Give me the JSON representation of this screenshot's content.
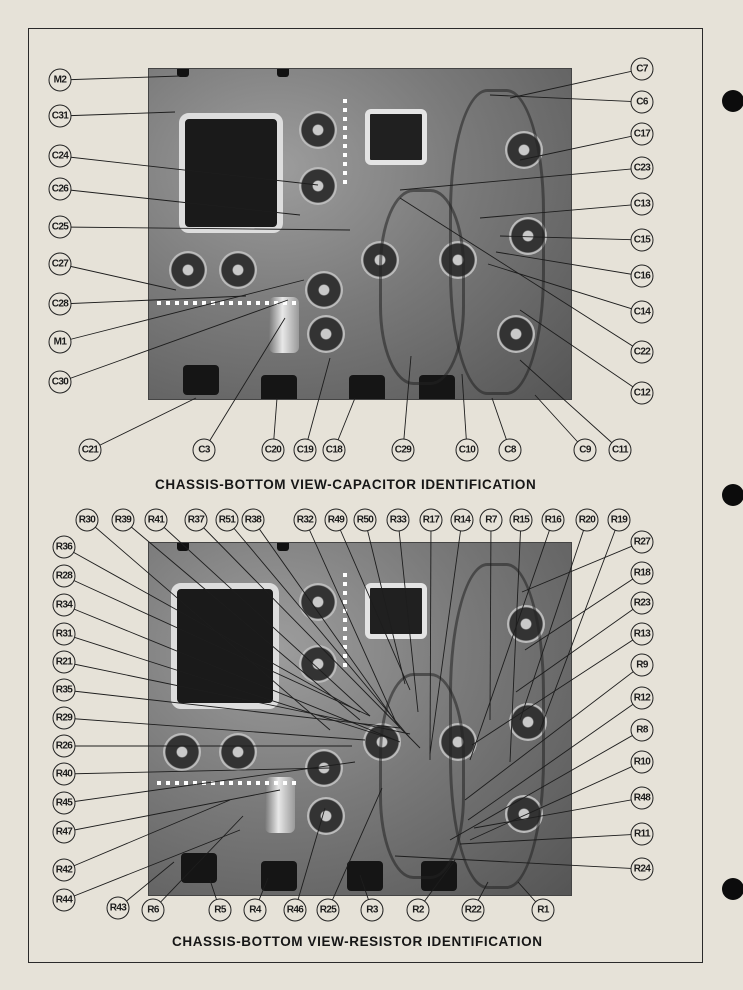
{
  "captions": {
    "capacitor": "CHASSIS-BOTTOM VIEW-CAPACITOR IDENTIFICATION",
    "resistor": "CHASSIS-BOTTOM VIEW-RESISTOR IDENTIFICATION"
  },
  "capacitor_labels": [
    "M2",
    "C31",
    "C24",
    "C26",
    "C25",
    "C27",
    "C28",
    "M1",
    "C30",
    "C21",
    "C3",
    "C20",
    "C19",
    "C18",
    "C29",
    "C10",
    "C8",
    "C9",
    "C11",
    "C7",
    "C6",
    "C17",
    "C23",
    "C13",
    "C15",
    "C16",
    "C14",
    "C22",
    "C12"
  ],
  "resistor_labels": [
    "R30",
    "R39",
    "R41",
    "R37",
    "R51",
    "R38",
    "R32",
    "R49",
    "R50",
    "R33",
    "R17",
    "R14",
    "R7",
    "R15",
    "R16",
    "R20",
    "R19",
    "R36",
    "R28",
    "R34",
    "R31",
    "R21",
    "R35",
    "R29",
    "R26",
    "R40",
    "R45",
    "R47",
    "R42",
    "R44",
    "R43",
    "R6",
    "R5",
    "R4",
    "R46",
    "R25",
    "R3",
    "R2",
    "R22",
    "R1",
    "R27",
    "R18",
    "R23",
    "R13",
    "R9",
    "R12",
    "R8",
    "R10",
    "R48",
    "R11",
    "R24"
  ]
}
